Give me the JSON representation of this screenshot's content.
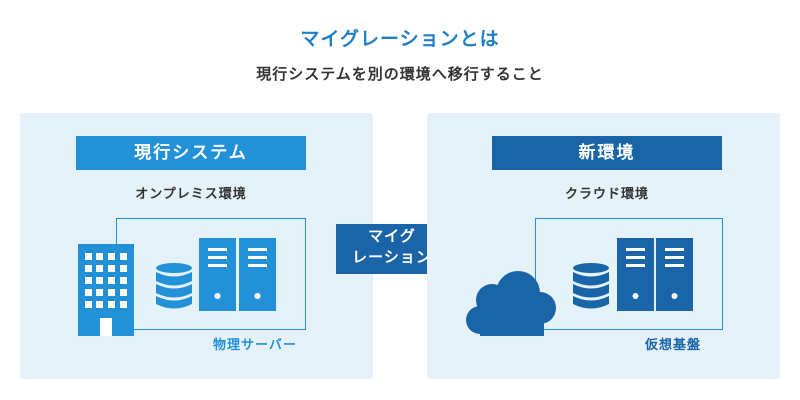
{
  "title": "マイグレーションとは",
  "subtitle": "現行システムを別の環境へ移行すること",
  "left_panel": {
    "header": "現行システム",
    "environment": "オンプレミス環境",
    "frame_label": "物理サーバー"
  },
  "arrow": {
    "line1": "マイグ",
    "line2": "レーション"
  },
  "right_panel": {
    "header": "新環境",
    "environment": "クラウド環境",
    "frame_label": "仮想基盤"
  },
  "colors": {
    "accent_light": "#2391d8",
    "accent_dark": "#1a64a8",
    "panel_bg": "#e5f2f9",
    "title": "#1f7fc4"
  },
  "icons": [
    "building-icon",
    "database-icon",
    "server-icon",
    "cloud-icon"
  ]
}
